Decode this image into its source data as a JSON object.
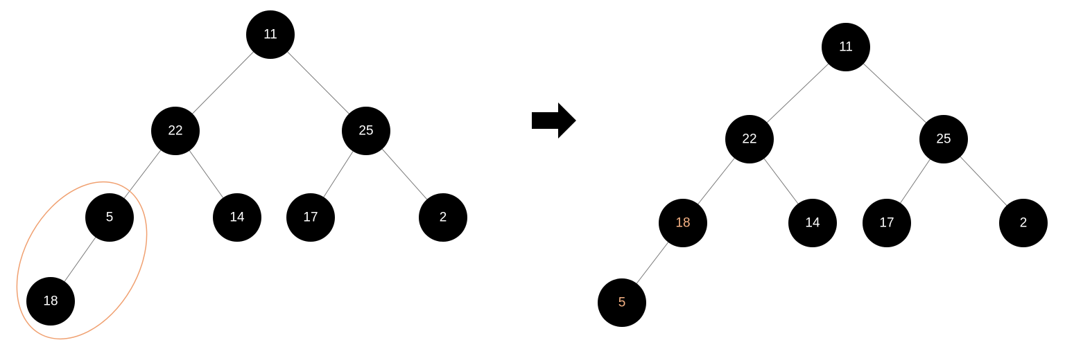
{
  "colors": {
    "node_fill": "#000000",
    "label_default": "#ffffff",
    "label_swapped": "#f4b183",
    "highlight": "#f0a070",
    "arrow": "#000000"
  },
  "before_tree": {
    "nodes": [
      {
        "id": "b11",
        "label": "11",
        "swapped": false
      },
      {
        "id": "b22",
        "label": "22",
        "swapped": false
      },
      {
        "id": "b25",
        "label": "25",
        "swapped": false
      },
      {
        "id": "b5",
        "label": "5",
        "swapped": false
      },
      {
        "id": "b14",
        "label": "14",
        "swapped": false
      },
      {
        "id": "b17",
        "label": "17",
        "swapped": false
      },
      {
        "id": "b2",
        "label": "2",
        "swapped": false
      },
      {
        "id": "b18",
        "label": "18",
        "swapped": false
      }
    ],
    "edges": [
      [
        "b11",
        "b22"
      ],
      [
        "b11",
        "b25"
      ],
      [
        "b22",
        "b5"
      ],
      [
        "b22",
        "b14"
      ],
      [
        "b25",
        "b17"
      ],
      [
        "b25",
        "b2"
      ],
      [
        "b5",
        "b18"
      ]
    ],
    "highlighted_pair": [
      "b5",
      "b18"
    ]
  },
  "arrow": {
    "icon": "right-arrow-icon"
  },
  "after_tree": {
    "nodes": [
      {
        "id": "a11",
        "label": "11",
        "swapped": false
      },
      {
        "id": "a22",
        "label": "22",
        "swapped": false
      },
      {
        "id": "a25",
        "label": "25",
        "swapped": false
      },
      {
        "id": "a18",
        "label": "18",
        "swapped": true
      },
      {
        "id": "a14",
        "label": "14",
        "swapped": false
      },
      {
        "id": "a17",
        "label": "17",
        "swapped": false
      },
      {
        "id": "a2",
        "label": "2",
        "swapped": false
      },
      {
        "id": "a5",
        "label": "5",
        "swapped": true
      }
    ],
    "edges": [
      [
        "a11",
        "a22"
      ],
      [
        "a11",
        "a25"
      ],
      [
        "a22",
        "a18"
      ],
      [
        "a22",
        "a14"
      ],
      [
        "a25",
        "a17"
      ],
      [
        "a25",
        "a2"
      ],
      [
        "a18",
        "a5"
      ]
    ]
  }
}
